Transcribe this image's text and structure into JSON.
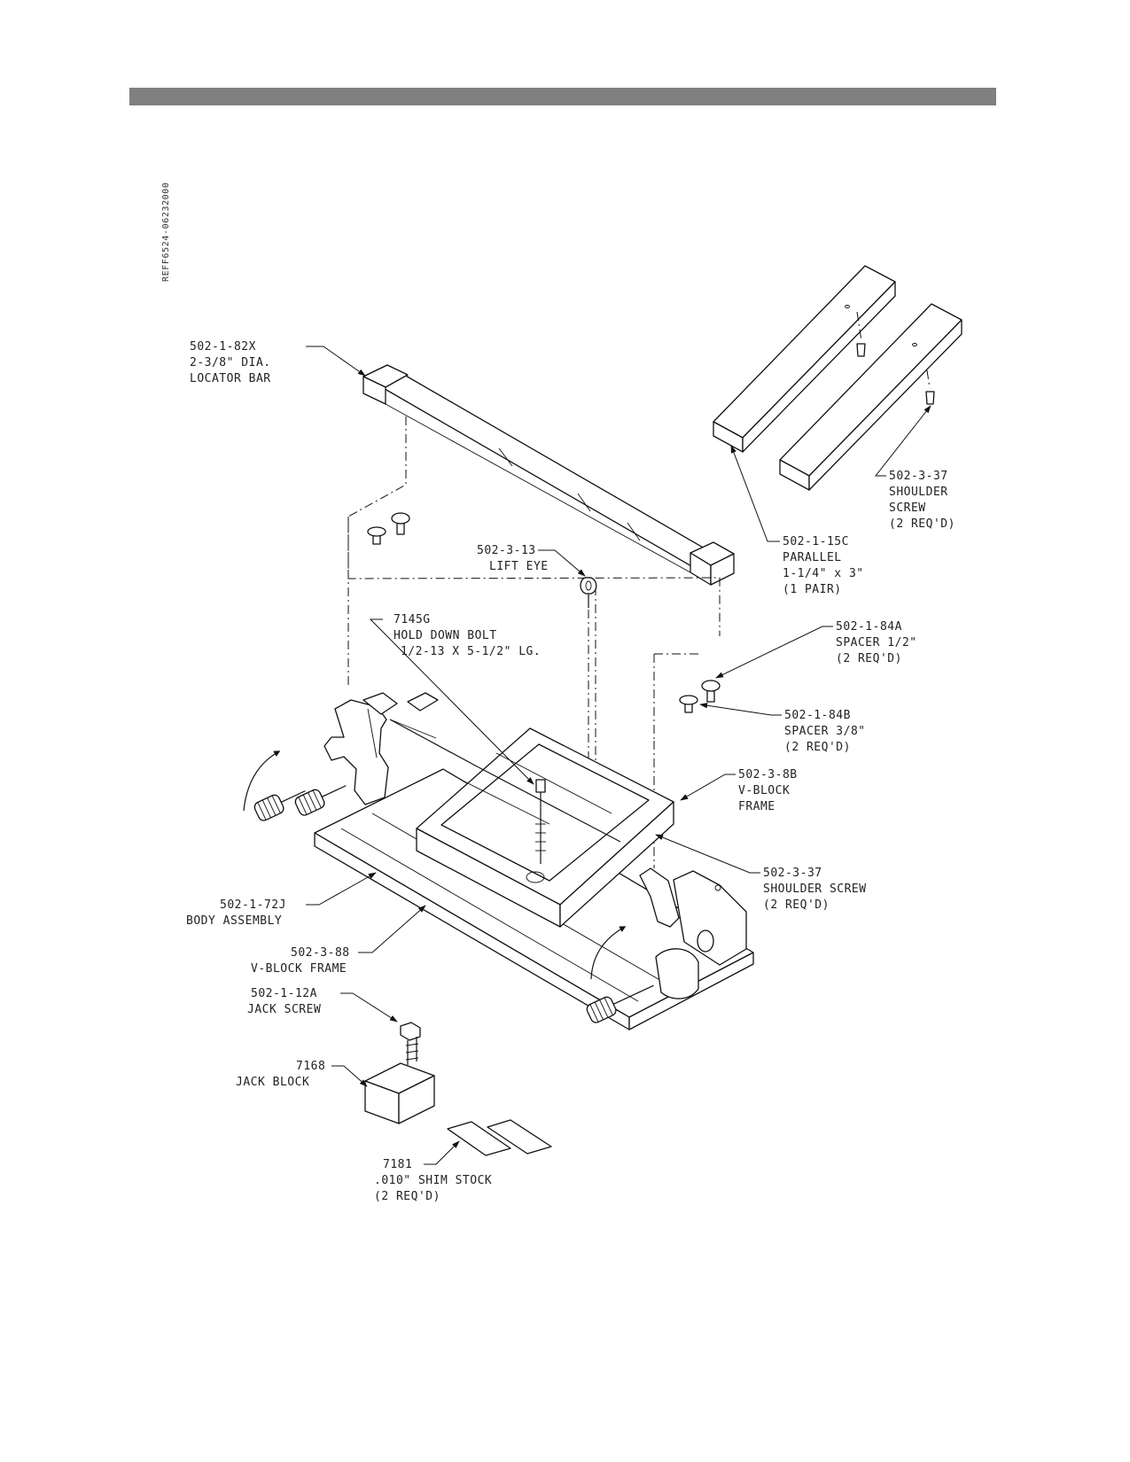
{
  "drawing_ref": "REFF6524-06232000",
  "callouts": {
    "locator_bar": {
      "part": "502-1-82X",
      "l1": "2-3/8\" DIA.",
      "l2": "LOCATOR BAR"
    },
    "shoulder_screw_top": {
      "part": "502-3-37",
      "l1": "SHOULDER",
      "l2": "SCREW",
      "l3": "(2 REQ'D)"
    },
    "parallel": {
      "part": "502-1-15C",
      "l1": "PARALLEL",
      "l2": "1-1/4\" x 3\"",
      "l3": "(1 PAIR)"
    },
    "lift_eye": {
      "part": "502-3-13",
      "l1": "LIFT EYE"
    },
    "hold_down_bolt": {
      "part": "7145G",
      "l1": "HOLD DOWN BOLT",
      "l2": "1/2-13 X 5-1/2\" LG."
    },
    "spacer_half": {
      "part": "502-1-84A",
      "l1": "SPACER 1/2\"",
      "l2": "(2 REQ'D)"
    },
    "spacer_3_8": {
      "part": "502-1-84B",
      "l1": "SPACER 3/8\"",
      "l2": "(2 REQ'D)"
    },
    "vblock_frame_8b": {
      "part": "502-3-8B",
      "l1": "V-BLOCK",
      "l2": "FRAME"
    },
    "shoulder_screw_mid": {
      "part": "502-3-37",
      "l1": "SHOULDER SCREW",
      "l2": "(2 REQ'D)"
    },
    "body_assembly": {
      "part": "502-1-72J",
      "l1": "BODY ASSEMBLY"
    },
    "vblock_frame_88": {
      "part": "502-3-88",
      "l1": "V-BLOCK FRAME"
    },
    "jack_screw": {
      "part": "502-1-12A",
      "l1": "JACK SCREW"
    },
    "jack_block": {
      "part": "7168",
      "l1": "JACK BLOCK"
    },
    "shim_stock": {
      "part": "7181",
      "l1": ".010\" SHIM STOCK",
      "l2": "(2 REQ'D)"
    }
  }
}
